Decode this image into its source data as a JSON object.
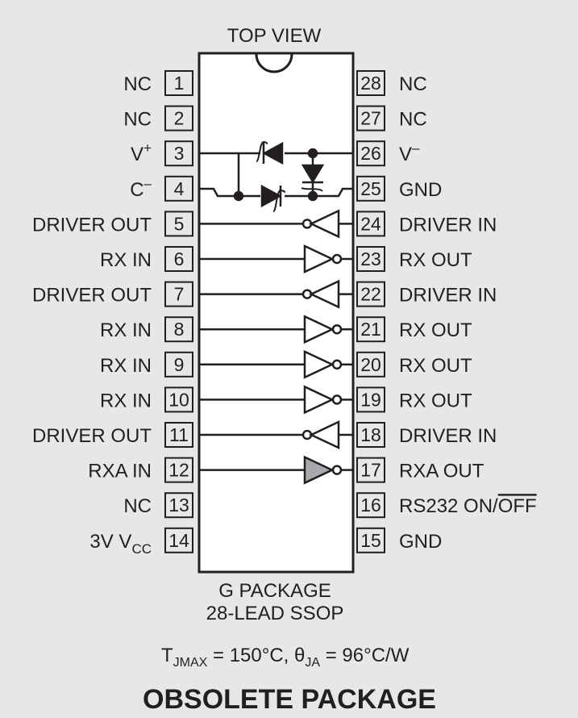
{
  "title": "TOP VIEW",
  "left_pins": [
    {
      "num": "1",
      "label": "NC"
    },
    {
      "num": "2",
      "label": "NC"
    },
    {
      "num": "3",
      "label": "V",
      "sup": "+"
    },
    {
      "num": "4",
      "label": "C",
      "sup": "–"
    },
    {
      "num": "5",
      "label": "DRIVER OUT"
    },
    {
      "num": "6",
      "label": "RX IN"
    },
    {
      "num": "7",
      "label": "DRIVER OUT"
    },
    {
      "num": "8",
      "label": "RX IN"
    },
    {
      "num": "9",
      "label": "RX IN"
    },
    {
      "num": "10",
      "label": "RX IN"
    },
    {
      "num": "11",
      "label": "DRIVER OUT"
    },
    {
      "num": "12",
      "label": "RXA IN"
    },
    {
      "num": "13",
      "label": "NC"
    },
    {
      "num": "14",
      "label": "3V V",
      "sub": "CC"
    }
  ],
  "right_pins": [
    {
      "num": "28",
      "label": "NC"
    },
    {
      "num": "27",
      "label": "NC"
    },
    {
      "num": "26",
      "label": "V",
      "sup": "–"
    },
    {
      "num": "25",
      "label": "GND"
    },
    {
      "num": "24",
      "label": "DRIVER IN"
    },
    {
      "num": "23",
      "label": "RX OUT"
    },
    {
      "num": "22",
      "label": "DRIVER IN"
    },
    {
      "num": "21",
      "label": "RX OUT"
    },
    {
      "num": "20",
      "label": "RX OUT"
    },
    {
      "num": "19",
      "label": "RX OUT"
    },
    {
      "num": "18",
      "label": "DRIVER IN"
    },
    {
      "num": "17",
      "label": "RXA OUT"
    },
    {
      "num": "16",
      "label": "RS232 ON/",
      "overline": "OFF"
    },
    {
      "num": "15",
      "label": "GND"
    }
  ],
  "package_name": "G PACKAGE",
  "package_type": "28-LEAD SSOP",
  "thermal": {
    "t_sym": "T",
    "t_sub": "JMAX",
    "t_val": " = 150°C, ",
    "theta_sym": "θ",
    "theta_sub": "JA",
    "theta_val": " = 96°C/W"
  },
  "status": "OBSOLETE PACKAGE",
  "colors": {
    "background": "#e6e7e8",
    "ink": "#231f20",
    "chip_fill": "#ffffff",
    "gray_buffer": "#a7a9ac"
  },
  "gates": [
    {
      "row": 5,
      "type": "driver"
    },
    {
      "row": 6,
      "type": "receiver"
    },
    {
      "row": 7,
      "type": "driver"
    },
    {
      "row": 8,
      "type": "receiver"
    },
    {
      "row": 9,
      "type": "receiver"
    },
    {
      "row": 10,
      "type": "receiver"
    },
    {
      "row": 11,
      "type": "driver"
    },
    {
      "row": 12,
      "type": "receiver-gray"
    }
  ]
}
